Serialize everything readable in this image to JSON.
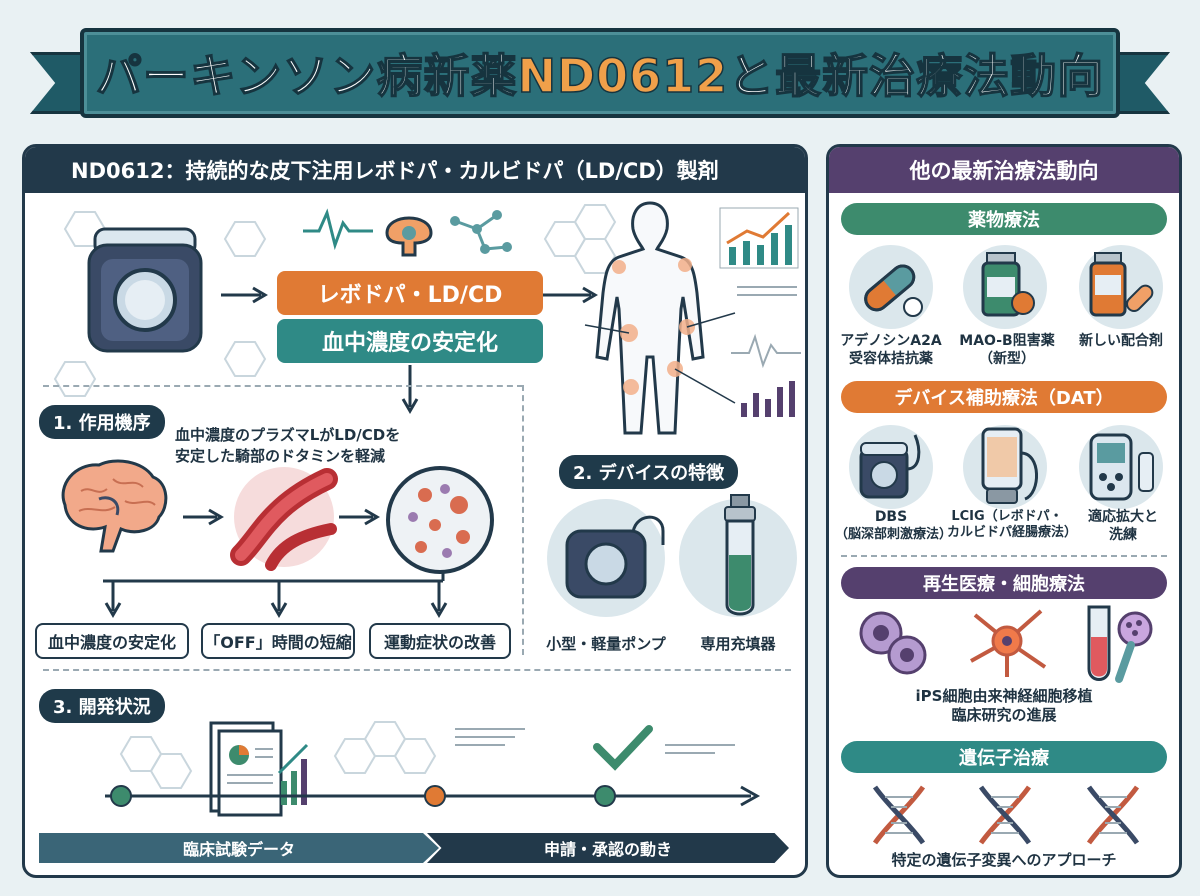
{
  "title": {
    "prefix": "パーキンソン病新薬",
    "highlight": "ND0612",
    "suffix": "と最新治療法動向"
  },
  "left": {
    "header": "ND0612：持続的な皮下注用レボドパ・カルビドパ（LD/CD）製剤",
    "flow": {
      "drug": "レボドパ・LD/CD",
      "effect": "血中濃度の安定化"
    },
    "mechanism": {
      "tag": "1. 作用機序",
      "note_line1": "血中濃度のプラズマLがLD/CDを",
      "note_line2": "安定した騎部のドタミンを軽減",
      "outcomes": [
        "血中濃度の安定化",
        "「OFF」時間の短縮",
        "運動症状の改善"
      ]
    },
    "device": {
      "tag": "2. デバイスの特徴",
      "items": [
        "小型・軽量ポンプ",
        "専用充填器"
      ]
    },
    "development": {
      "tag": "3. 開発状況",
      "stages": [
        "臨床試験データ",
        "申請・承認の動き"
      ]
    }
  },
  "right": {
    "header": "他の最新治療法動向",
    "drug_therapy": {
      "title": "薬物療法",
      "items": [
        {
          "line1": "アデノシンA2A",
          "line2": "受容体拮抗薬"
        },
        {
          "line1": "MAO-B阻害薬",
          "line2": "（新型）"
        },
        {
          "line1": "新しい配合剤",
          "line2": ""
        }
      ]
    },
    "device_therapy": {
      "title": "デバイス補助療法（DAT）",
      "items": [
        {
          "line1": "DBS",
          "line2": "（脳深部刺激療法）"
        },
        {
          "line1": "LCIG（レボドパ・",
          "line2": "カルビドパ経腸療法）"
        },
        {
          "line1": "適応拡大と",
          "line2": "洗練"
        }
      ]
    },
    "regenerative": {
      "title": "再生医療・細胞療法",
      "line1": "iPS細胞由来神経細胞移植",
      "line2": "臨床研究の進展"
    },
    "gene": {
      "title": "遺伝子治療",
      "caption": "特定の遺伝子変異へのアプローチ"
    }
  },
  "colors": {
    "navy": "#22394a",
    "teal": "#2f8a86",
    "orange": "#e07a34",
    "purple": "#55406e",
    "green": "#3d8b6d"
  }
}
